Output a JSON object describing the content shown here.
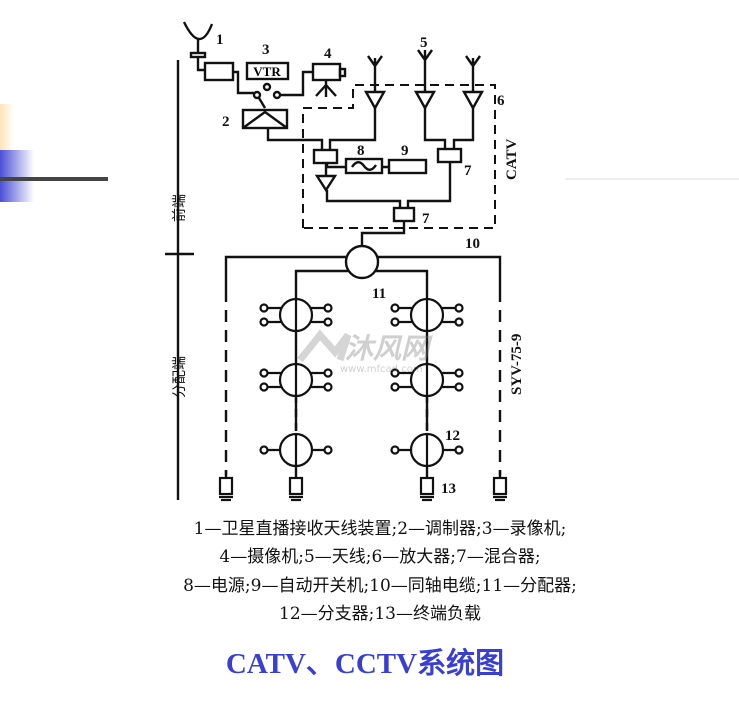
{
  "diagram": {
    "labels": {
      "n1": "1",
      "n2": "2",
      "n3": "3",
      "n4": "4",
      "n5": "5",
      "n6": "6",
      "n7a": "7",
      "n7b": "7",
      "n8": "8",
      "n9": "9",
      "n10": "10",
      "n11": "11",
      "n12": "12",
      "n13": "13",
      "vtr": "VTR",
      "catv": "CATV",
      "cable": "SYV-75-9",
      "front_end": "前端",
      "distribution_end": "分配端"
    },
    "watermark": {
      "brand": "沐风网",
      "url": "www.mfcad.com"
    }
  },
  "legend": [
    "1—卫星直播接收天线装置;2—调制器;3—录像机;",
    "4—摄像机;5—天线;6—放大器;7—混合器;",
    "8—电源;9—自动开关机;10—同轴电缆;11—分配器;",
    "12—分支器;13—终端负载"
  ],
  "title": "CATV、CCTV系统图",
  "colors": {
    "title": "#3a3fd4",
    "line": "#111111"
  }
}
